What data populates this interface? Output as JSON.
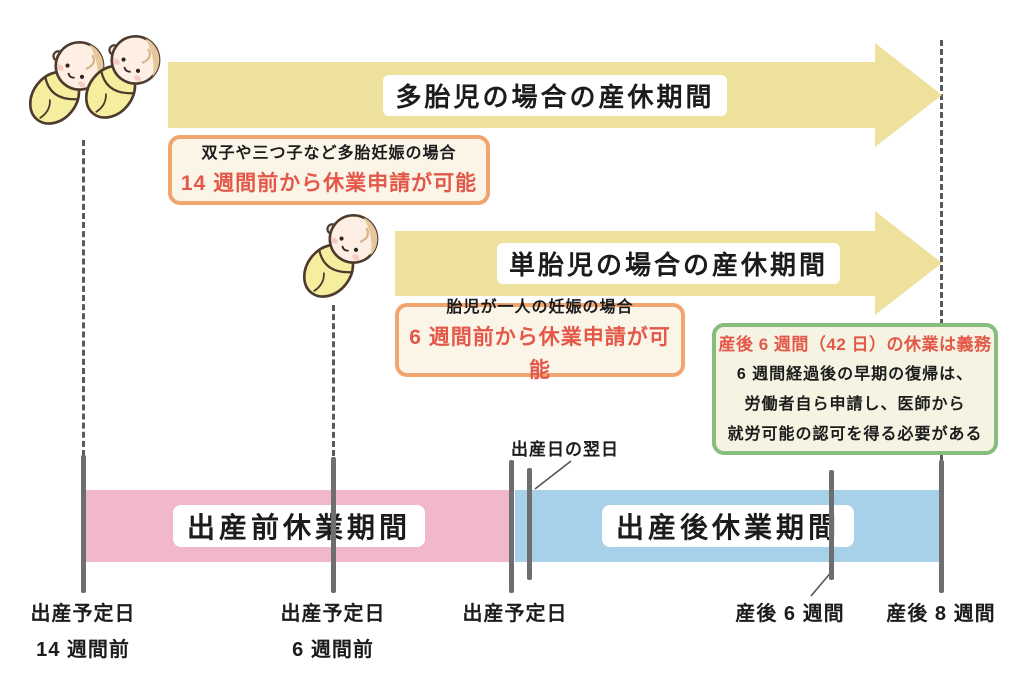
{
  "title_arrows": {
    "multiple": "多胎児の場合の産休期間",
    "single": "単胎児の場合の産休期間"
  },
  "notes": {
    "multiple": {
      "condition": "双子や三つ子など多胎妊娠の場合",
      "rule": "14 週間前から休業申請が可能"
    },
    "single": {
      "condition": "胎児が一人の妊娠の場合",
      "rule": "6 週間前から休業申請が可能"
    },
    "postnatal": {
      "title": "産後 6 週間（42 日）の休業は義務",
      "line1": "6 週間経過後の早期の復帰は、",
      "line2": "労働者自ら申請し、医師から",
      "line3": "就労可能の認可を得る必要がある"
    }
  },
  "bars": {
    "pre_birth": "出産前休業期間",
    "post_birth": "出産後休業期間"
  },
  "callouts": {
    "day_after_birth": "出産日の翌日"
  },
  "axis_labels": [
    {
      "line1": "出産予定日",
      "line2": "14 週間前"
    },
    {
      "line1": "出産予定日",
      "line2": "6 週間前"
    },
    {
      "line1": "出産予定日",
      "line2": ""
    },
    {
      "line1": "産後 6 週間",
      "line2": ""
    },
    {
      "line1": "産後 8 週間",
      "line2": ""
    }
  ],
  "icons": {
    "twin_babies": "two swaddled newborns illustration",
    "single_baby": "one swaddled newborn illustration"
  },
  "colors": {
    "arrow_yellow": "#ede19b",
    "bar_pink": "#f1b8cd",
    "bar_blue": "#a7d1e8",
    "note_orange_border": "#f0a66e",
    "note_green_border": "#87be80",
    "note_cream_bg": "#fbf5e8",
    "note_green_bg": "#f5f3e2",
    "accent_red": "#e4584a",
    "tick_gray": "#6e6e6e"
  }
}
